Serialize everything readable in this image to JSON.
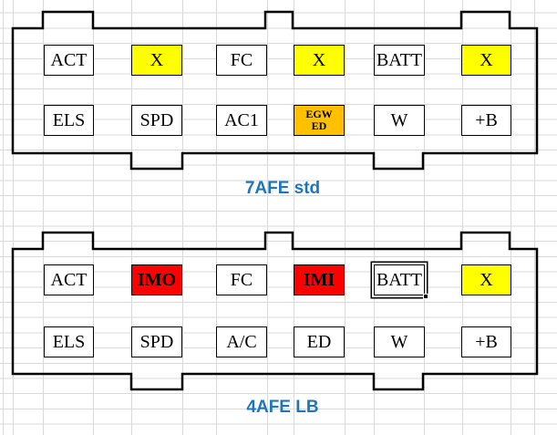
{
  "diagrams": [
    {
      "caption": "7AFE std",
      "rows": [
        [
          {
            "label": "ACT",
            "bg": "white"
          },
          {
            "label": "X",
            "bg": "yellow"
          },
          {
            "label": "FC",
            "bg": "white"
          },
          {
            "label": "X",
            "bg": "yellow"
          },
          {
            "label": "BATT",
            "bg": "white"
          },
          {
            "label": "X",
            "bg": "yellow"
          }
        ],
        [
          {
            "label": "ELS",
            "bg": "white"
          },
          {
            "label": "SPD",
            "bg": "white"
          },
          {
            "label": "AC1",
            "bg": "white"
          },
          {
            "label": "EGW ED",
            "lines": [
              "EGW",
              "ED"
            ],
            "bg": "orange",
            "bold": true
          },
          {
            "label": "W",
            "bg": "white"
          },
          {
            "label": "+B",
            "bg": "white"
          }
        ]
      ]
    },
    {
      "caption": "4AFE LB",
      "rows": [
        [
          {
            "label": "ACT",
            "bg": "white"
          },
          {
            "label": "IMO",
            "bg": "red",
            "bold": true
          },
          {
            "label": "FC",
            "bg": "white"
          },
          {
            "label": "IMI",
            "bg": "red",
            "bold": true
          },
          {
            "label": "BATT",
            "bg": "white",
            "selected": true
          },
          {
            "label": "X",
            "bg": "yellow"
          }
        ],
        [
          {
            "label": "ELS",
            "bg": "white"
          },
          {
            "label": "SPD",
            "bg": "white"
          },
          {
            "label": "A/C",
            "bg": "white"
          },
          {
            "label": "ED",
            "bg": "white"
          },
          {
            "label": "W",
            "bg": "white"
          },
          {
            "label": "+B",
            "bg": "white"
          }
        ]
      ]
    }
  ],
  "colors": {
    "white": "#FFFFFF",
    "yellow": "#FFFF00",
    "red": "#FF0000",
    "orange": "#FFC000",
    "caption_blue": "#1F75BC",
    "grid_line": "#D9D9D9",
    "outline": "#000000"
  }
}
